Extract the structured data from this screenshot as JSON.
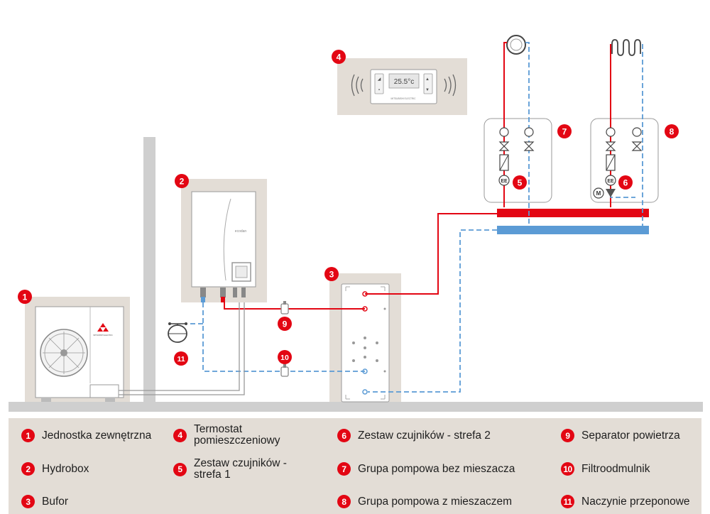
{
  "colors": {
    "supply_red": "#e30613",
    "return_blue": "#5b9bd5",
    "beige_panel": "#e3ddd6",
    "ground_gray": "#cfcfcf"
  },
  "diagram": {
    "badges": [
      "1",
      "2",
      "3",
      "4",
      "5",
      "6",
      "7",
      "8",
      "9",
      "10",
      "11"
    ],
    "hydrobox_brand": "ecodan",
    "thermostat_display": "25.5°c",
    "thermostat_brand": "MITSUBISHI ELECTRIC",
    "unit_brand": "MITSUBISHI ELECTRIC",
    "sensor_set_label": "EE",
    "motor_label": "M"
  },
  "legend": {
    "items": [
      {
        "num": "1",
        "label": "Jednostka zewnętrzna"
      },
      {
        "num": "2",
        "label": "Hydrobox"
      },
      {
        "num": "3",
        "label": "Bufor"
      },
      {
        "num": "4",
        "label": "Termostat pomieszczeniowy"
      },
      {
        "num": "5",
        "label": "Zestaw czujników - strefa 1"
      },
      {
        "num": "6",
        "label": "Zestaw czujników - strefa 2"
      },
      {
        "num": "7",
        "label": "Grupa pompowa bez mieszacza"
      },
      {
        "num": "8",
        "label": "Grupa pompowa z mieszaczem"
      },
      {
        "num": "9",
        "label": "Separator powietrza"
      },
      {
        "num": "10",
        "label": "Filtroodmulnik"
      },
      {
        "num": "11",
        "label": "Naczynie przeponowe"
      }
    ]
  }
}
